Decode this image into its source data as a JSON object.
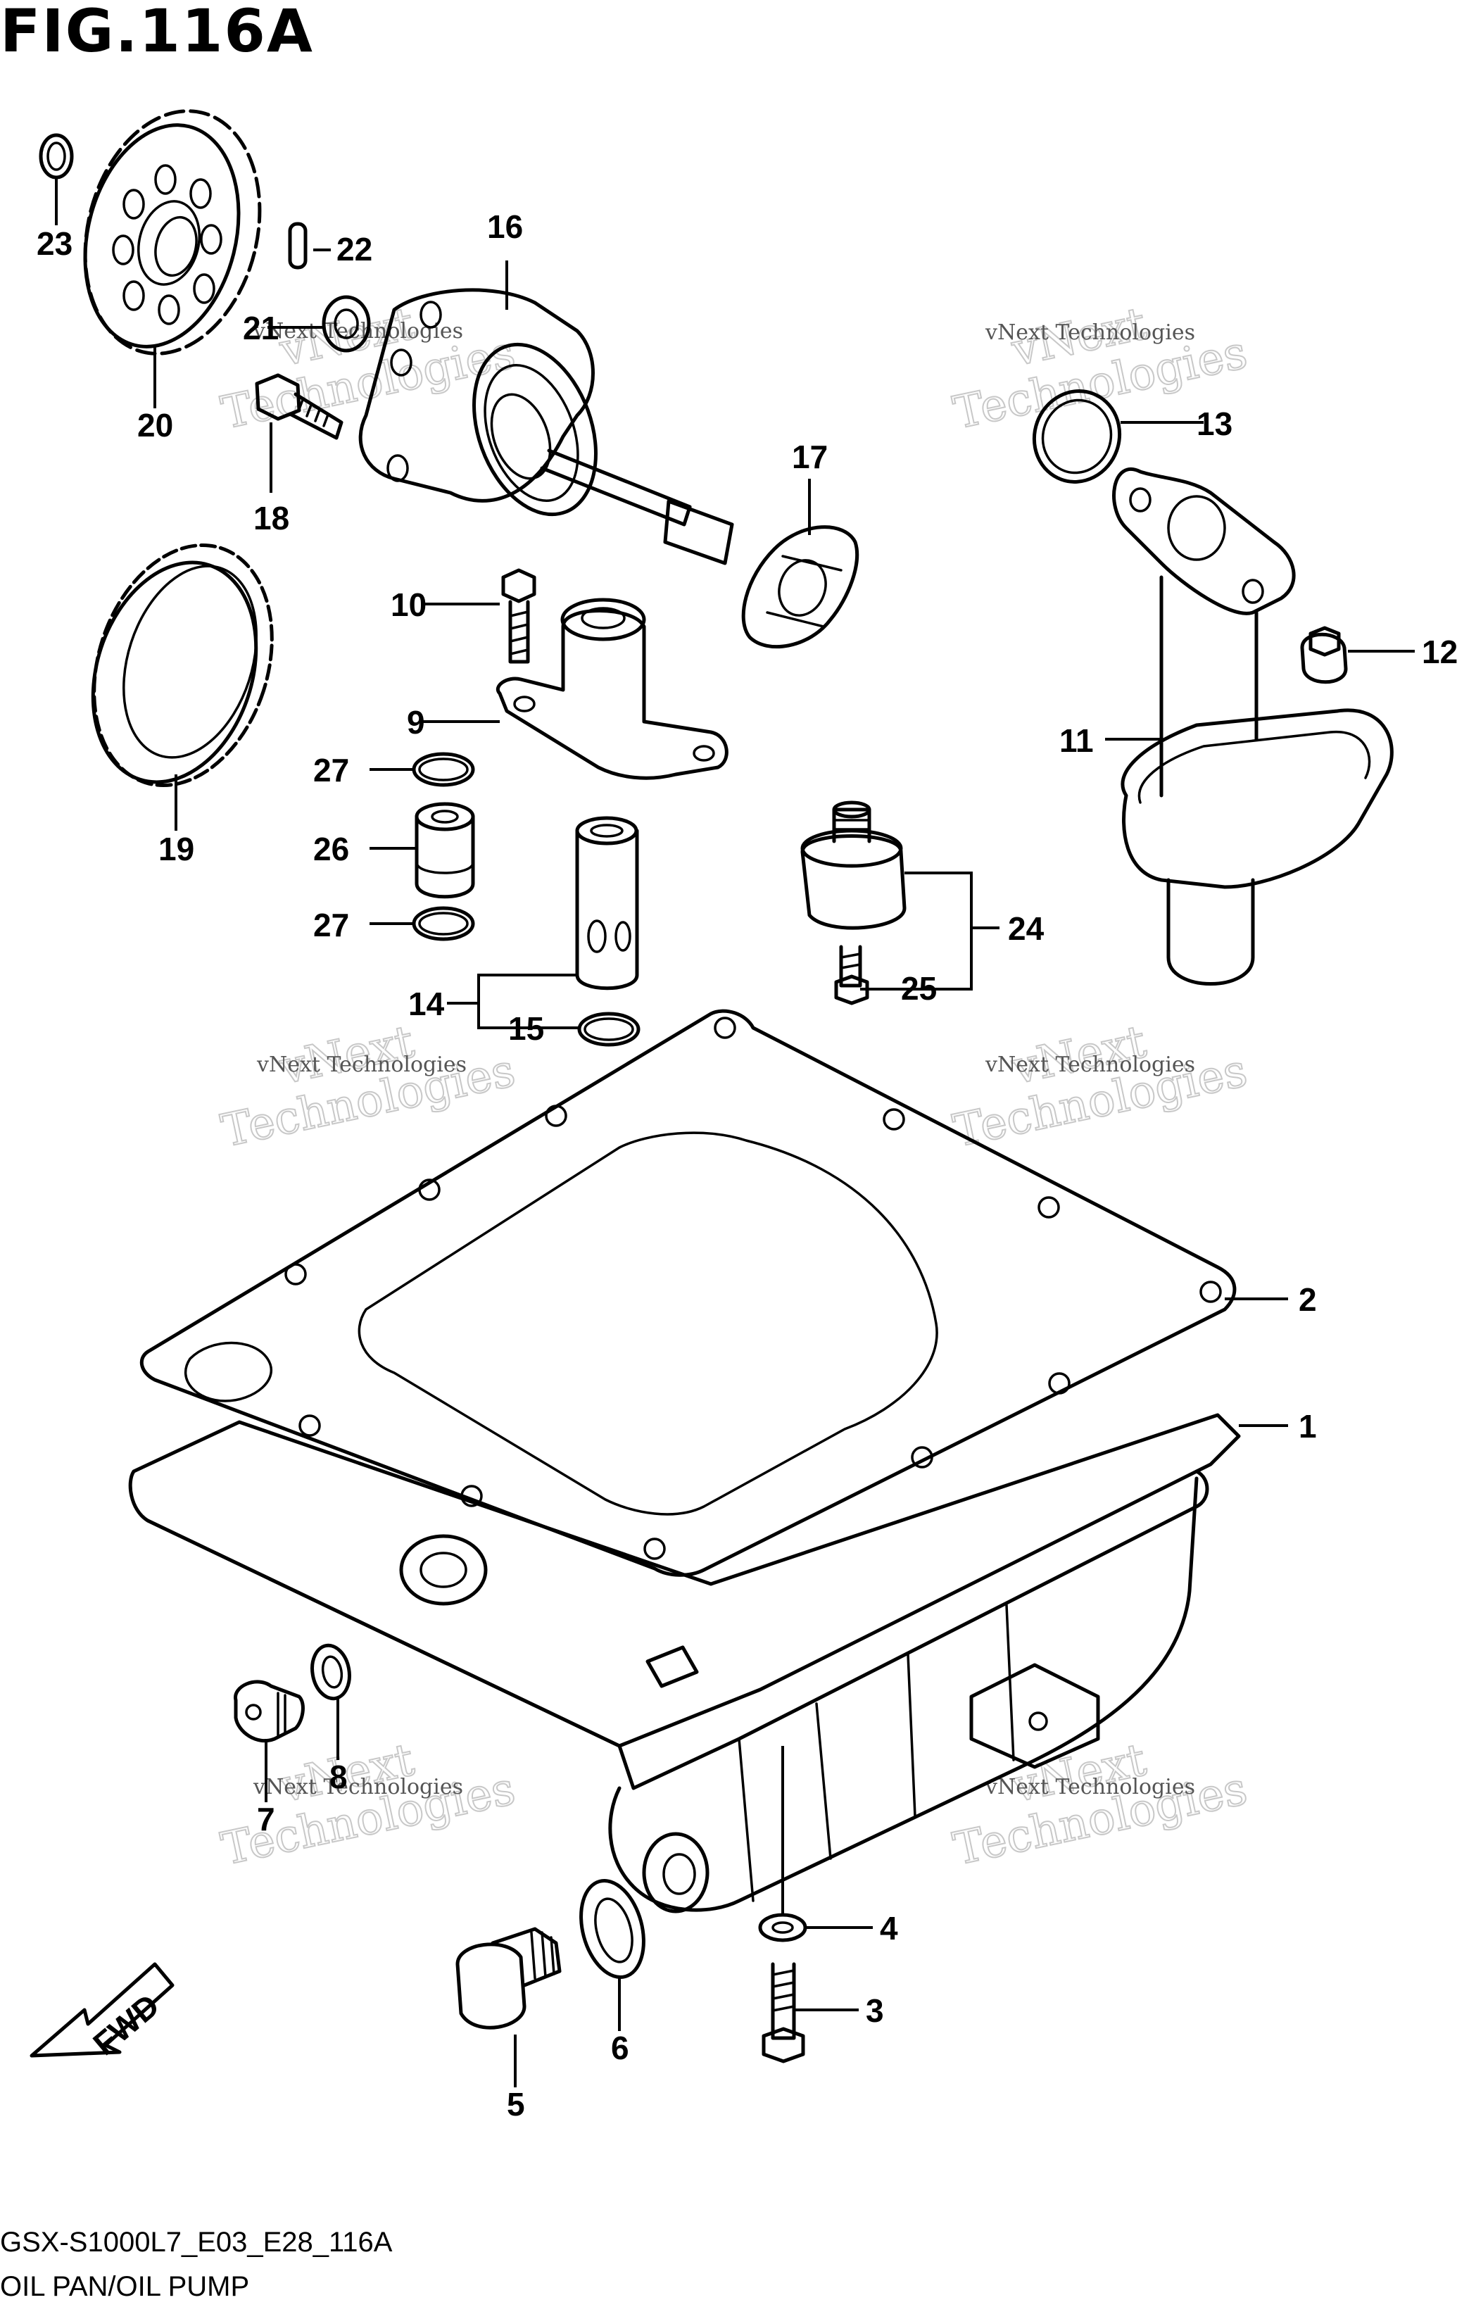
{
  "figure": {
    "title": "FIG.116A",
    "code": "GSX-S1000L7_E03_E28_116A",
    "caption": "OIL PAN/OIL PUMP"
  },
  "fwd_label": "FWD",
  "watermark": {
    "line1": "vNext",
    "line2": "Technologies",
    "small": "vNext Technologies"
  },
  "callouts": [
    {
      "id": "c1",
      "text": "1"
    },
    {
      "id": "c2",
      "text": "2"
    },
    {
      "id": "c3",
      "text": "3"
    },
    {
      "id": "c4",
      "text": "4"
    },
    {
      "id": "c5",
      "text": "5"
    },
    {
      "id": "c6",
      "text": "6"
    },
    {
      "id": "c7",
      "text": "7"
    },
    {
      "id": "c8",
      "text": "8"
    },
    {
      "id": "c9",
      "text": "9"
    },
    {
      "id": "c10",
      "text": "10"
    },
    {
      "id": "c11",
      "text": "11"
    },
    {
      "id": "c12",
      "text": "12"
    },
    {
      "id": "c13",
      "text": "13"
    },
    {
      "id": "c14",
      "text": "14"
    },
    {
      "id": "c15",
      "text": "15"
    },
    {
      "id": "c16",
      "text": "16"
    },
    {
      "id": "c17",
      "text": "17"
    },
    {
      "id": "c18",
      "text": "18"
    },
    {
      "id": "c19",
      "text": "19"
    },
    {
      "id": "c20",
      "text": "20"
    },
    {
      "id": "c21",
      "text": "21"
    },
    {
      "id": "c22",
      "text": "22"
    },
    {
      "id": "c23",
      "text": "23"
    },
    {
      "id": "c24",
      "text": "24"
    },
    {
      "id": "c25",
      "text": "25"
    },
    {
      "id": "c26",
      "text": "26"
    },
    {
      "id": "c27a",
      "text": "27"
    },
    {
      "id": "c27b",
      "text": "27"
    }
  ]
}
